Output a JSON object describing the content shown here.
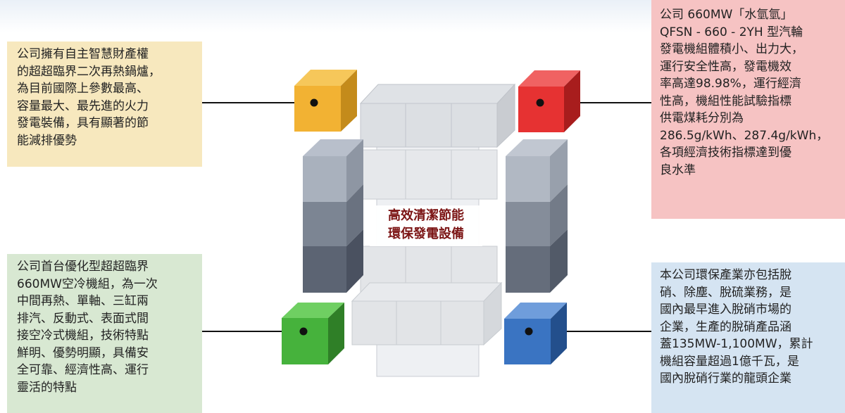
{
  "center_label": [
    "高效清潔節能",
    "環保發電設備"
  ],
  "callouts": {
    "top_left": {
      "lines": [
        "公司擁有自主智慧財產權",
        "的超超臨界二次再熱鍋爐，",
        "為目前國際上參數最高、",
        "容量最大、最先進的火力",
        "發電裝備，具有顯著的節",
        "能減排優勢"
      ],
      "box_color": "#f7e8be",
      "cube_color": "#f2b233"
    },
    "top_right": {
      "lines": [
        "公司 660MW「水氫氫」",
        "QFSN - 660 - 2YH 型汽輪",
        "發電機組體積小、出力大，",
        "運行安全性高，發電機效",
        "率高達98.98%，運行經濟",
        "性高，機組性能試驗指標",
        "供電煤耗分別為",
        "286.5g/kWh、287.4g/kWh，",
        "各項經濟技術指標達到優",
        "良水準"
      ],
      "box_color": "#f6c3c3",
      "cube_color": "#e63232"
    },
    "bottom_left": {
      "lines": [
        "公司首台優化型超超臨界",
        "660MW空冷機組，為一次",
        "中間再熱、單軸、三缸兩",
        "排汽、反動式、表面式間",
        "接空冷式機組，技術特點",
        "鮮明、優勢明顯，具備安",
        "全可靠、經濟性高、運行",
        "靈活的特點"
      ],
      "box_color": "#d8e8d2",
      "cube_color": "#46b23c"
    },
    "bottom_right": {
      "lines": [
        "本公司環保產業亦包括脫",
        "硝、除塵、脫硫業務，是",
        "國內最早進入脫硝市場的",
        "企業，生產的脫硝產品涵",
        "蓋135MW-1,100MW，累計",
        "機組容量超過1億千瓦，是",
        "國內脫硝行業的龍頭企業"
      ],
      "box_color": "#d5e4f2",
      "cube_color": "#3a74c2"
    }
  }
}
